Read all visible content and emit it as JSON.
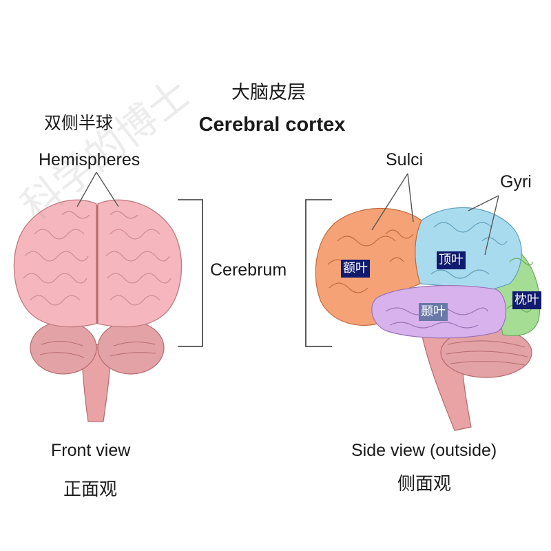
{
  "title": {
    "cn": "大脑皮层",
    "en": "Cerebral cortex"
  },
  "front": {
    "hemispheres_cn": "双侧半球",
    "hemispheres_en": "Hemispheres",
    "caption_en": "Front view",
    "caption_cn": "正面观"
  },
  "cerebrum_label": "Cerebrum",
  "side": {
    "sulci": "Sulci",
    "gyri": "Gyri",
    "caption_en": "Side view (outside)",
    "caption_cn": "侧面观",
    "lobes": {
      "frontal": "额叶",
      "parietal": "顶叶",
      "temporal": "颞叶",
      "occipital": "枕叶"
    }
  },
  "watermark": "科学的博士",
  "colors": {
    "frontal": "#f4a276",
    "parietal": "#a9dbee",
    "temporal": "#d7b2ec",
    "occipital": "#a6dd95",
    "front_brain": "#f5b7bd",
    "stem": "#eaa3a5",
    "cerebellum": "#e3a2a6",
    "lobe_label_bg": "#101a6e"
  }
}
